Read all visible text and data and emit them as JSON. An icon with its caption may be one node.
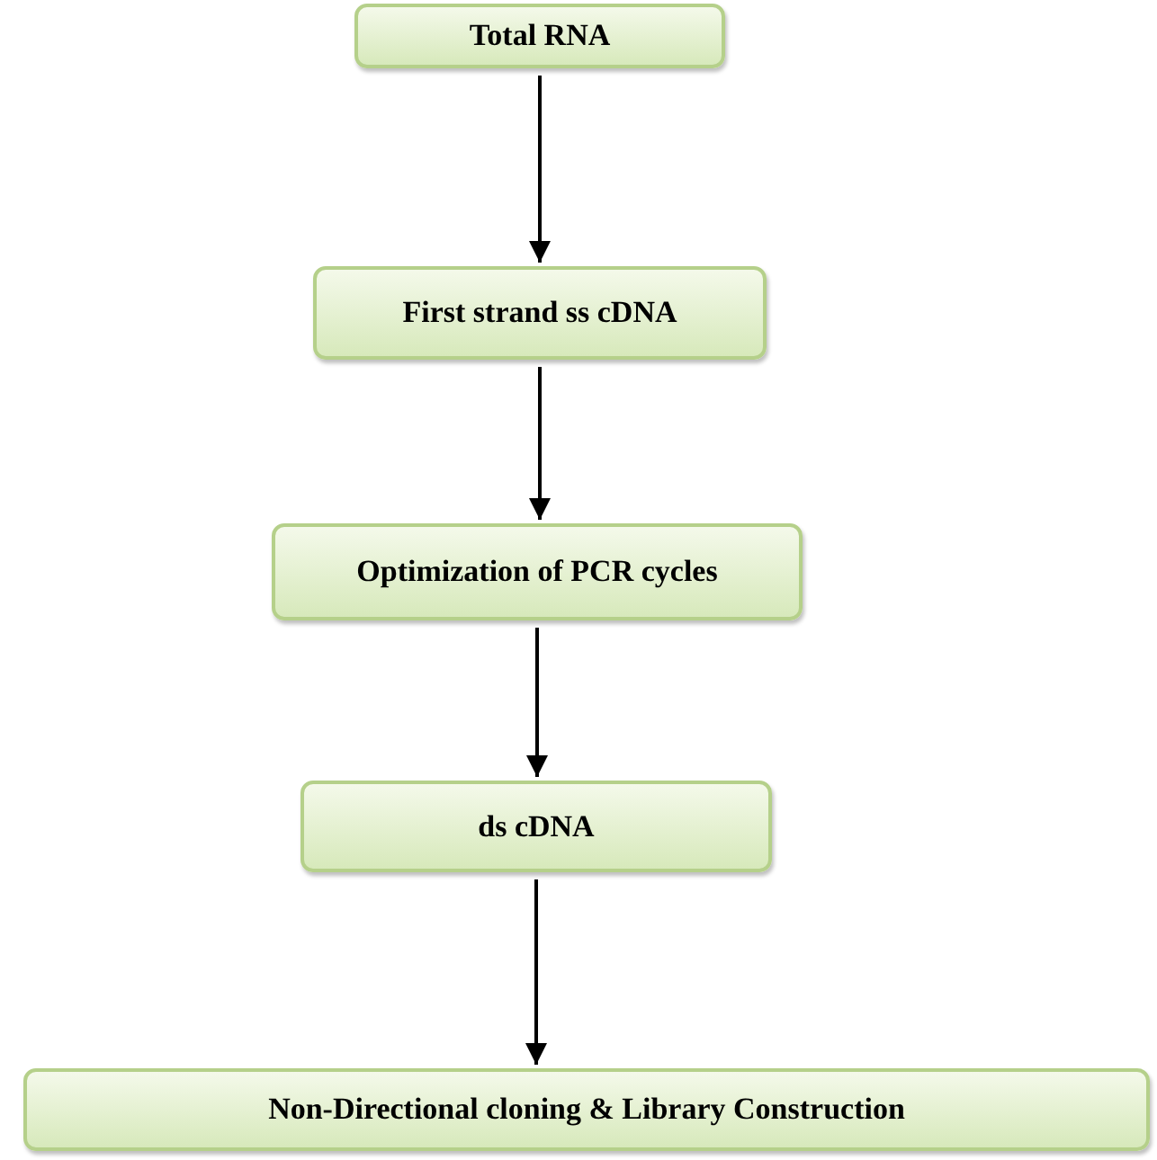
{
  "diagram": {
    "nodes": [
      {
        "text": [
          "Total RNA"
        ]
      },
      {
        "text": [
          "First strand ss cDNA"
        ]
      },
      {
        "text": [
          "Optimization of PCR cycles"
        ]
      },
      {
        "text": [
          "ds cDNA"
        ]
      },
      {
        "text": [
          "Non-Directional cloning & Library Construction"
        ]
      }
    ],
    "edges": [
      {
        "from": 0,
        "to": 1,
        "arrow": "to"
      },
      {
        "from": 1,
        "to": 2,
        "arrow": "to"
      },
      {
        "from": 2,
        "to": 3,
        "arrow": "to"
      },
      {
        "from": 3,
        "to": 4,
        "arrow": "to"
      }
    ]
  }
}
